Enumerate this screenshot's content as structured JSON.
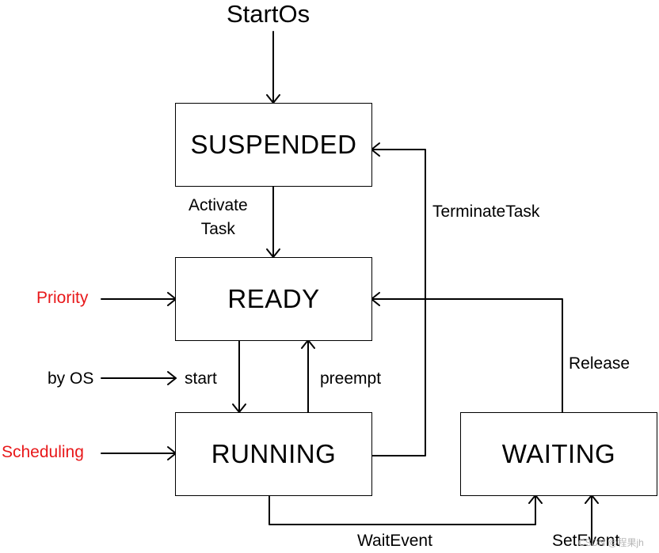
{
  "diagram": {
    "start_label": "StartOs",
    "states": {
      "suspended": "SUSPENDED",
      "ready": "READY",
      "running": "RUNNING",
      "waiting": "WAITING"
    },
    "transitions": {
      "activate_line1": "Activate",
      "activate_line2": "Task",
      "start": "start",
      "preempt": "preempt",
      "terminate": "TerminateTask",
      "release": "Release",
      "wait_event": "WaitEvent",
      "set_event": "SetEvent"
    },
    "inputs": {
      "priority": "Priority",
      "by_os": "by OS",
      "scheduling": "Scheduling"
    },
    "colors": {
      "accent": "#e8181a",
      "line": "#000000"
    }
  },
  "watermark": "CSDN @程果jh"
}
